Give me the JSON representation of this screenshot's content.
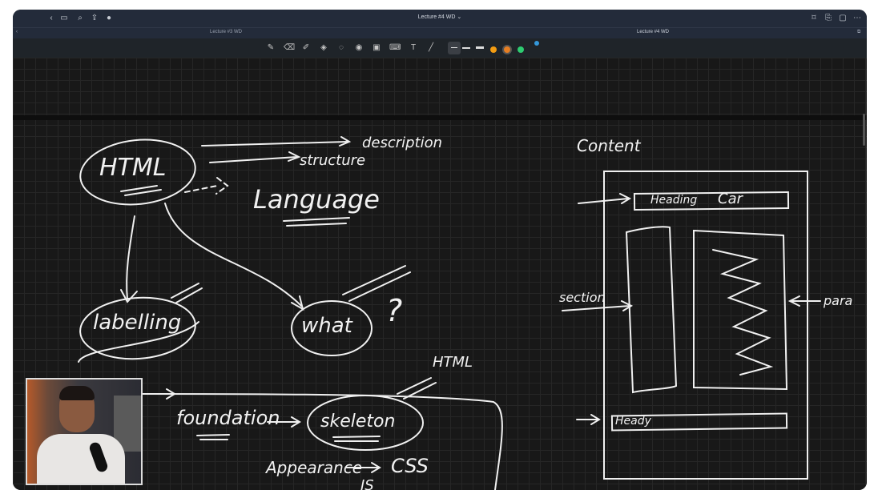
{
  "window": {
    "title": "Lecture #4 WD ⌄",
    "tabs": [
      {
        "label": "Lecture #3 WD"
      },
      {
        "label": "Lecture #4 WD"
      }
    ]
  },
  "toolbar": {
    "tools": [
      "pen-icon",
      "eraser-icon",
      "highlighter-icon",
      "shapes-icon",
      "lasso-icon",
      "laser-pointer-icon",
      "image-icon",
      "keyboard-icon",
      "text-icon",
      "ruler-icon"
    ],
    "colors": [
      "#f39c12",
      "#e67e22",
      "#2ecc71",
      "#3498db"
    ]
  },
  "notes": {
    "html": "HTML",
    "description": "description",
    "structure": "structure",
    "language": "Language",
    "labelling": "labelling",
    "what": "what",
    "question": "?",
    "html2": "HTML",
    "foundation": "foundation",
    "skeleton": "skeleton",
    "appearance": "Appearance",
    "css": "CSS",
    "js": "JS",
    "content": "Content",
    "heading": "Heading",
    "car": "Car",
    "section": "section",
    "para": "para",
    "footer": "Heady"
  }
}
